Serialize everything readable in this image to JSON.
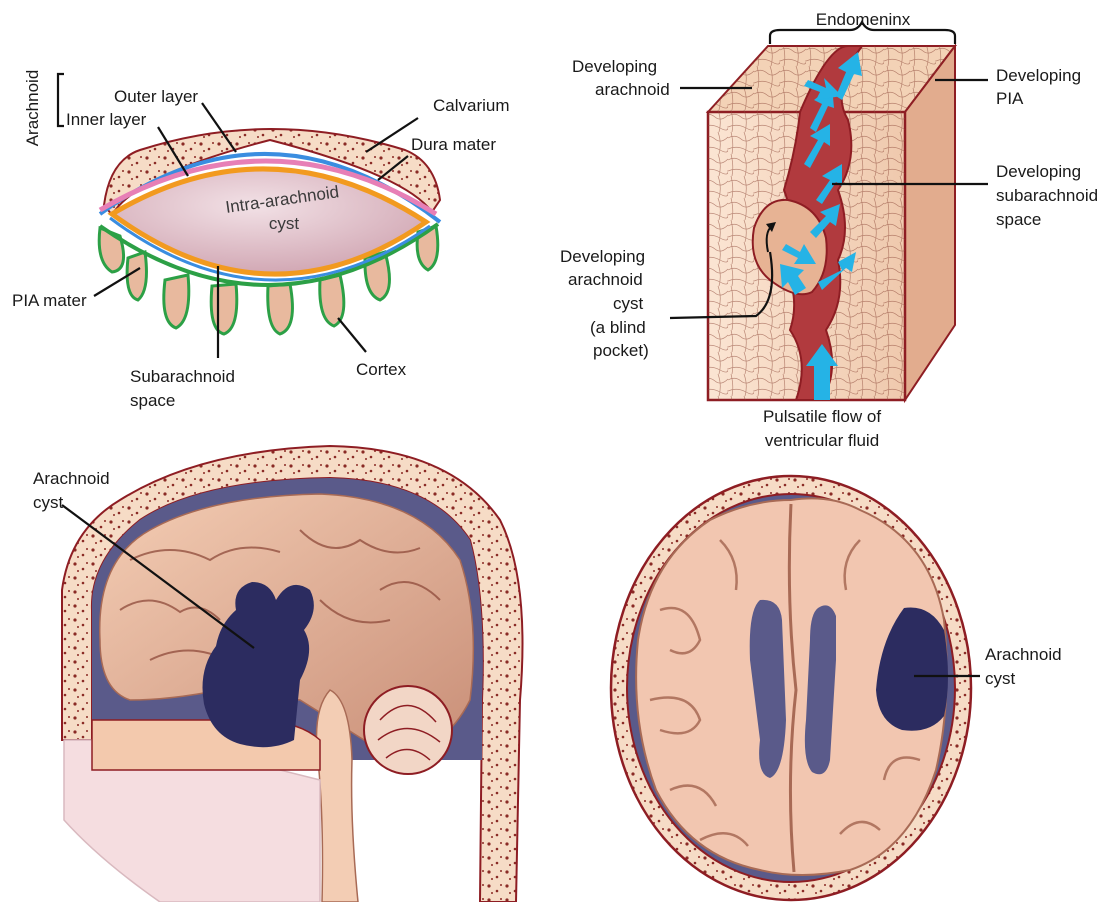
{
  "panel_a": {
    "bracket_label": "Arachnoid",
    "outer_layer": "Outer layer",
    "inner_layer": "Inner layer",
    "calvarium": "Calvarium",
    "dura_mater": "Dura mater",
    "cyst_line1": "Intra-arachnoid",
    "cyst_line2": "cyst",
    "pia_mater": "PIA mater",
    "subarachnoid_line1": "Subarachnoid",
    "subarachnoid_line2": "space",
    "cortex": "Cortex"
  },
  "panel_b": {
    "endomeninx": "Endomeninx",
    "dev_arachnoid_line1": "Developing",
    "dev_arachnoid_line2": "arachnoid",
    "dev_pia_line1": "Developing",
    "dev_pia_line2": "PIA",
    "dev_subarachnoid_line1": "Developing",
    "dev_subarachnoid_line2": "subarachnoid",
    "dev_subarachnoid_line3": "space",
    "dev_cyst_line1": "Developing",
    "dev_cyst_line2": "arachnoid",
    "dev_cyst_line3": "cyst",
    "dev_cyst_line4": "(a blind",
    "dev_cyst_line5": "pocket)",
    "flow_line1": "Pulsatile flow of",
    "flow_line2": "ventricular fluid"
  },
  "panel_c": {
    "label_line1": "Arachnoid",
    "label_line2": "cyst"
  },
  "panel_d": {
    "label_line1": "Arachnoid",
    "label_line2": "cyst"
  },
  "colors": {
    "bone": "#f6dcc6",
    "bone_speckle": "#8a2a25",
    "brain": "#e8b99e",
    "brain_dark": "#c98f78",
    "cyst_pink": "#dcb7c0",
    "dark_red": "#8e1d23",
    "navy_cyst": "#2c2c60",
    "csf_blue": "#5a5a8a",
    "arrow_cyan": "#25b3e6",
    "pia_green": "#2ca046",
    "arachnoid_orange": "#f29a1f",
    "arachnoid_pink": "#e77fb6",
    "dura_blue": "#3a8de0"
  }
}
